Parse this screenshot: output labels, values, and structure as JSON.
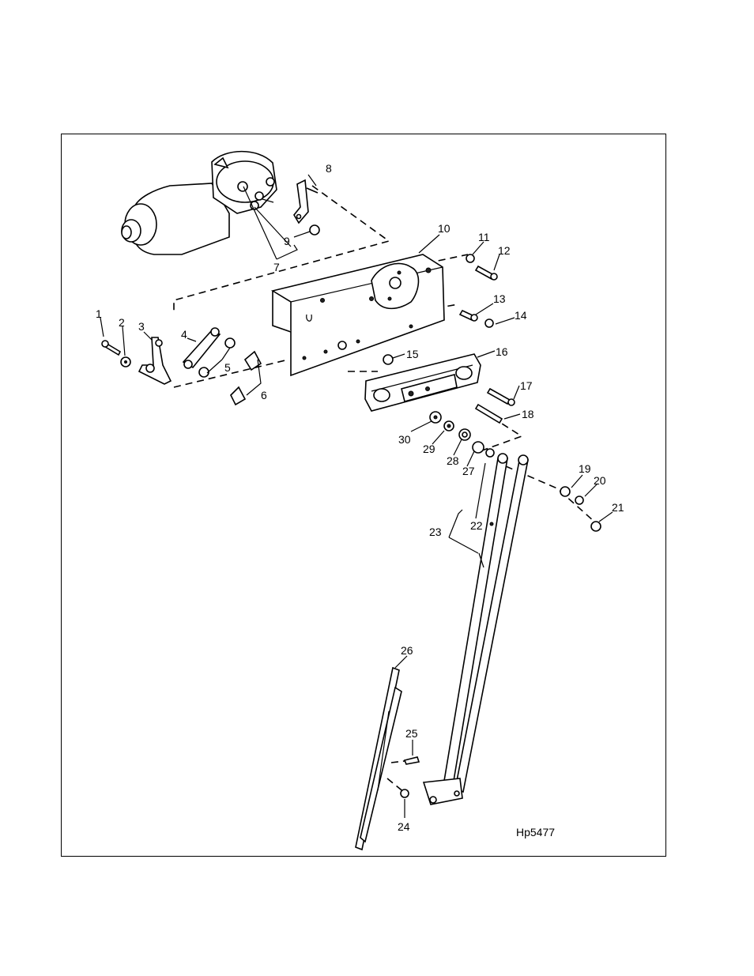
{
  "figure": {
    "reference": "Hp5477",
    "callouts": [
      "1",
      "2",
      "3",
      "4",
      "5",
      "6",
      "7",
      "8",
      "9",
      "10",
      "11",
      "12",
      "13",
      "14",
      "15",
      "16",
      "17",
      "18",
      "19",
      "20",
      "21",
      "22",
      "23",
      "24",
      "25",
      "26",
      "27",
      "28",
      "29",
      "30"
    ]
  },
  "colors": {
    "ink": "#000000",
    "background": "#ffffff"
  }
}
